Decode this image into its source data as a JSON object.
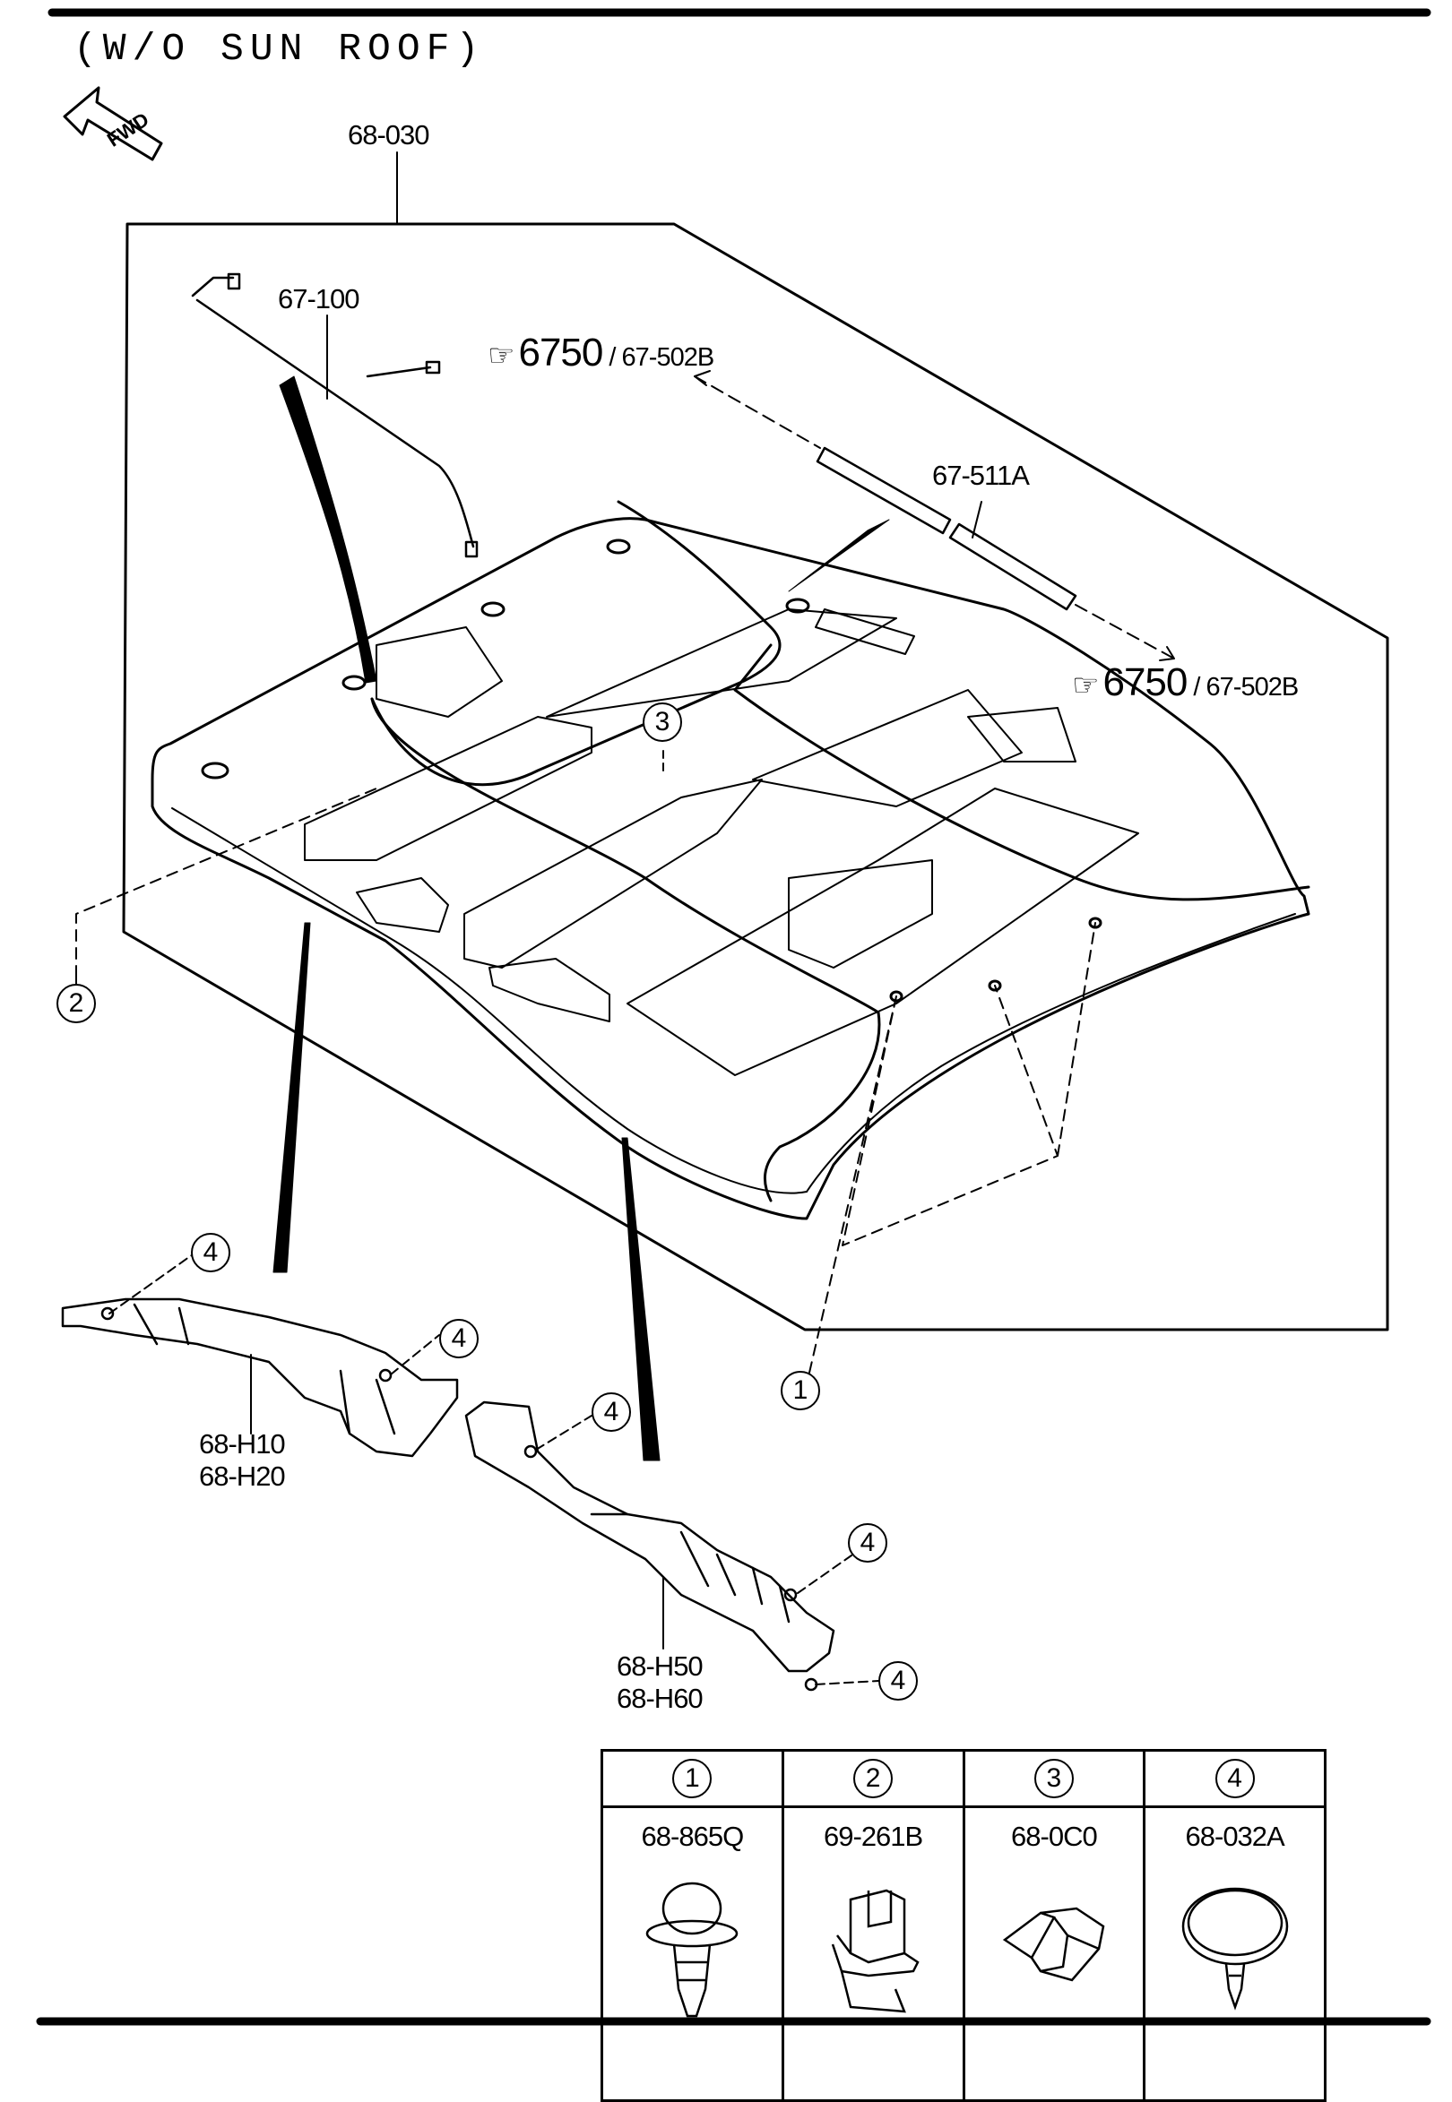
{
  "title": "(W/O  SUN  ROOF)",
  "fwd": "FWD",
  "parts": {
    "headliner": "68-030",
    "harness": "67-100",
    "pad": "67-511A",
    "front_trim_a": "68-H10",
    "front_trim_b": "68-H20",
    "rear_trim_a": "68-H50",
    "rear_trim_b": "68-H60"
  },
  "refs": [
    {
      "group": "6750",
      "part": "67-502B"
    },
    {
      "group": "6750",
      "part": "67-502B"
    }
  ],
  "callouts": [
    "1",
    "2",
    "3",
    "4"
  ],
  "legend": [
    {
      "num": "1",
      "part": "68-865Q",
      "icon": "push-clip-icon"
    },
    {
      "num": "2",
      "part": "69-261B",
      "icon": "clip-bracket-icon"
    },
    {
      "num": "3",
      "part": "68-0C0",
      "icon": "fastener-icon"
    },
    {
      "num": "4",
      "part": "68-032A",
      "icon": "round-clip-icon"
    }
  ]
}
